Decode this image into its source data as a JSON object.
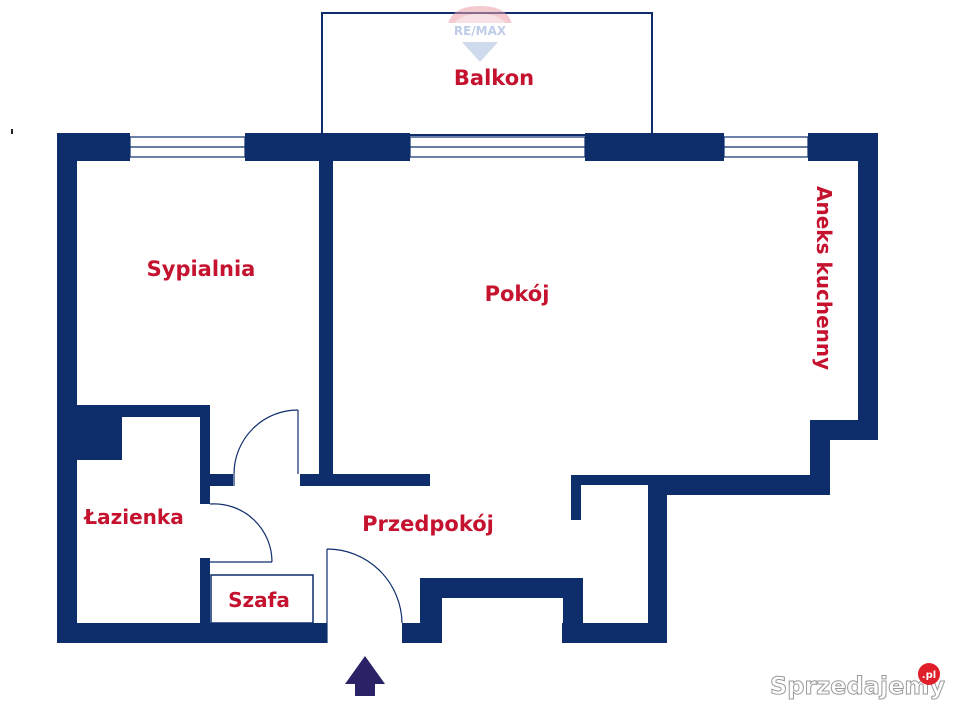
{
  "plan": {
    "rooms": {
      "balkon": "Balkon",
      "sypialnia": "Sypialnia",
      "pokoj": "Pokój",
      "aneks": "Aneks kuchenny",
      "lazienka": "Łazienka",
      "przedpokoj": "Przedpokój",
      "szafa": "Szafa"
    }
  },
  "logo": {
    "text": "RE/MAX"
  },
  "watermark": {
    "name": "Sprzedajemy",
    "badge": ".pl"
  },
  "colors": {
    "wall": "#0d2d6b",
    "label": "#c4122f",
    "entrance_arrow": "#2a2266",
    "logo_red": "#e8a0a8",
    "logo_blue": "#a9bde0"
  }
}
